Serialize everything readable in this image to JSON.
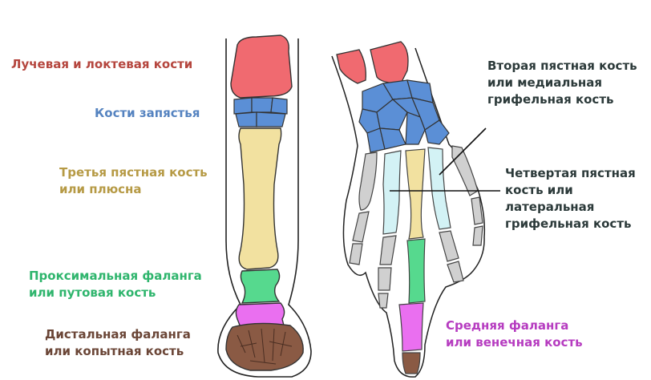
{
  "colors": {
    "radius_ulna": "#f06a70",
    "carpal": "#5b8fd6",
    "third_metacarpal": "#f2e1a0",
    "proximal_phalanx": "#56d98e",
    "middle_phalanx": "#ea6ff0",
    "distal_phalanx": "#8a5a44",
    "splint_light": "#d3f2f5",
    "other_digits": "#d0d0d0",
    "label_red": "#b5463e",
    "label_blue": "#5583c0",
    "label_tan": "#b69a45",
    "label_green": "#2fb56d",
    "label_brown": "#6b4637",
    "label_purple": "#b63cc0",
    "label_dark": "#2c3a3a"
  },
  "labels": {
    "radius_ulna": [
      "Лучевая и локтевая кости"
    ],
    "carpal": [
      "Кости запястья"
    ],
    "third_metacarpal": [
      "Третья пястная кость",
      "или плюсна"
    ],
    "proximal_phalanx": [
      "Проксимальная фаланга",
      "или путовая кость"
    ],
    "distal_phalanx": [
      "Дистальная фаланга",
      "или копытная кость"
    ],
    "second_metacarpal": [
      "Вторая пястная кость",
      "или медиальная",
      "грифельная кость"
    ],
    "fourth_metacarpal": [
      "Четвертая пястная",
      "кость или",
      "латеральная",
      "грифельная кость"
    ],
    "middle_phalanx": [
      "Средняя фаланга",
      "или венечная кость"
    ]
  }
}
